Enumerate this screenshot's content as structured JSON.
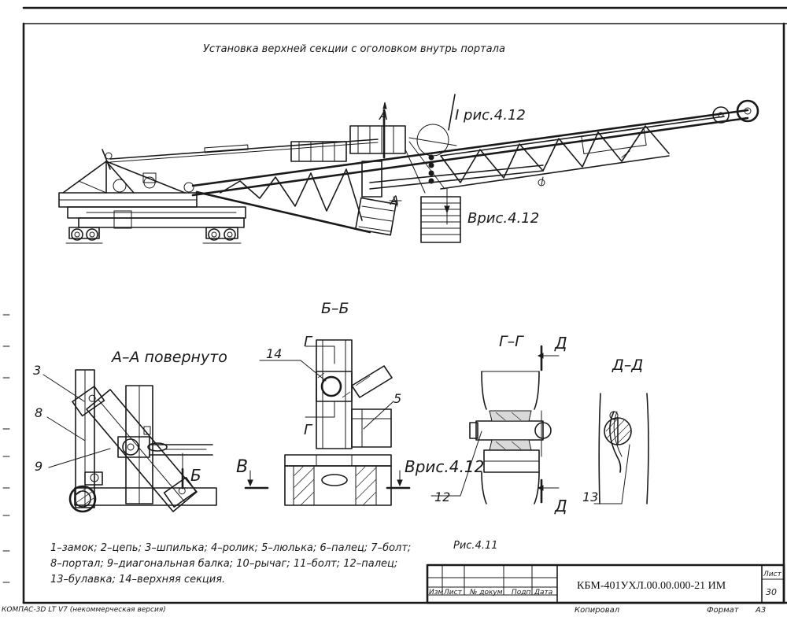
{
  "drawing": {
    "title": "Установка верхней секции с оголовком внутрь портала",
    "fig_ref_I": "I рис.4.12",
    "fig_ref_B": "Bрис.4.12",
    "section_BB_title": "Б–Б",
    "section_AA_title": "А–А повернуто",
    "section_GG_title": "Г–Г",
    "section_DD_title": "Д–Д",
    "fig_caption": "Рис.4.11",
    "cut_label_A": "А",
    "cut_label_B": "Б",
    "cut_label_G": "Г",
    "cut_label_D": "Д",
    "cut_label_V": "В",
    "view_ref_V": "Врис.4.12"
  },
  "callouts": {
    "c3": "3",
    "c8": "8",
    "c9": "9",
    "c14": "14",
    "c5": "5",
    "c12": "12",
    "c13": "13"
  },
  "legend": {
    "line1": "1–замок; 2–цепь; 3–шпилька; 4–ролик; 5–люлька; 6–палец; 7–болт;",
    "line2": "8–портал; 9–диагональная балка; 10–рычаг; 11–болт; 12–палец;",
    "line3": "13–булавка; 14–верхняя секция."
  },
  "title_block": {
    "designation": "КБМ-401УХЛ.00.00.000-21 ИМ",
    "col_izm": "Изм",
    "col_list": "Лист",
    "col_doc": "№ докум",
    "col_sign": "Подп",
    "col_date": "Дата",
    "sheet_label": "Лист",
    "sheet_number": "30",
    "copied": "Копировал",
    "format_label": "Формат",
    "format_value": "А3"
  },
  "footer": {
    "software": "КОМПАС-3D LT V7 (некоммерческая версия)"
  }
}
